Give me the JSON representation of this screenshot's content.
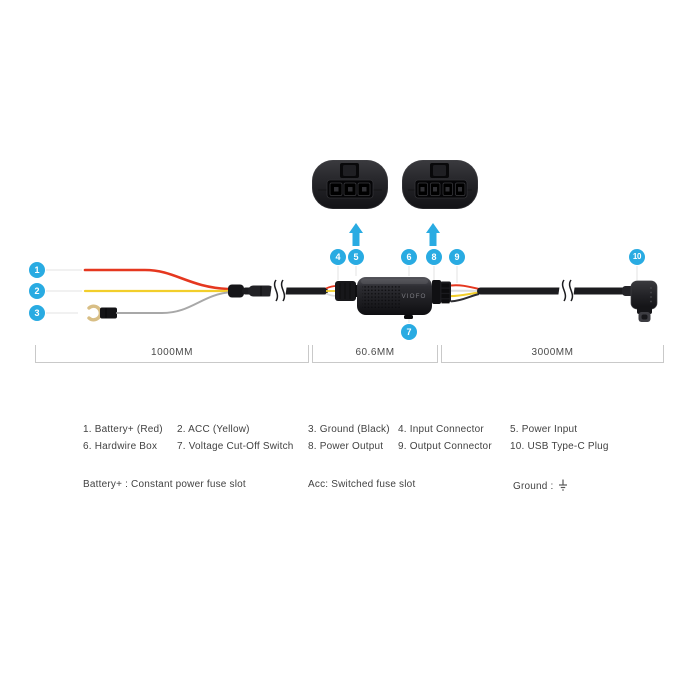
{
  "device": {
    "brand": "VIOFO"
  },
  "callouts": {
    "labels": [
      "1",
      "2",
      "3",
      "4",
      "5",
      "6",
      "7",
      "8",
      "9",
      "10"
    ]
  },
  "measurements": {
    "sections": [
      "1000MM",
      "60.6MM",
      "3000MM"
    ]
  },
  "legend": {
    "items": [
      "1. Battery+ (Red)",
      "2. ACC (Yellow)",
      "3. Ground (Black)",
      "4. Input Connector",
      "5. Power Input",
      "6. Hardwire Box",
      "7. Voltage Cut-Off Switch",
      "8. Power Output",
      "9. Output Connector",
      "10. USB Type-C Plug"
    ]
  },
  "notes": {
    "battery": "Battery+ : Constant power fuse slot",
    "acc": "Acc: Switched fuse slot",
    "ground": "Ground :"
  },
  "colors": {
    "accent": "#29ABE2",
    "wire_red": "#E5371F",
    "wire_yellow": "#F2CE2B",
    "wire_ground": "#A8A8A8",
    "wire_white": "#DCDCDC",
    "terminal_gold": "#D8BE85"
  }
}
